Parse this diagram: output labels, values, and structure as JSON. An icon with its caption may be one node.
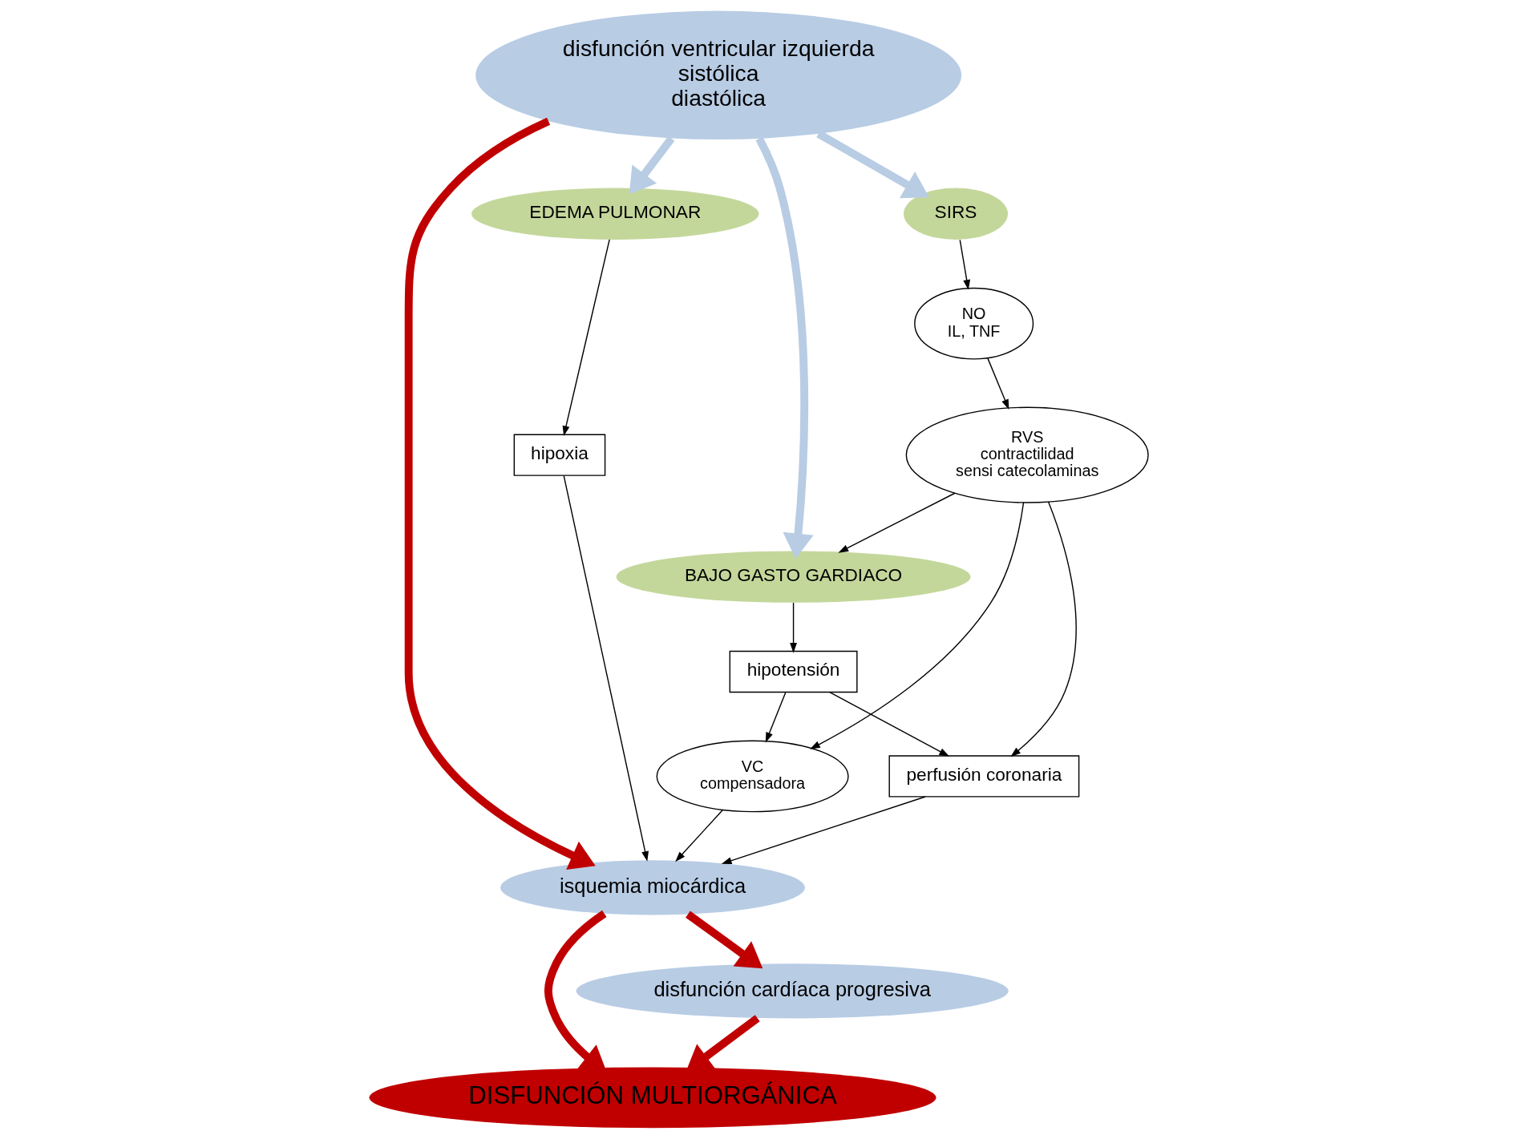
{
  "diagram": {
    "nodes": [
      {
        "text": [
          "disfunción ventricular izquierda",
          "sistólica",
          "diastólica"
        ]
      },
      {
        "text": [
          "SIRS"
        ]
      },
      {
        "text": [
          "BAJO GASTO GARDIACO"
        ]
      },
      {
        "text": [
          "EDEMA PULMONAR"
        ]
      },
      {
        "text": [
          "hipoxia"
        ]
      },
      {
        "text": [
          "isquemia miocárdica"
        ]
      },
      {
        "text": [
          "NO",
          "IL, TNF"
        ]
      },
      {
        "text": [
          "hipotensión"
        ]
      },
      {
        "text": [
          "perfusión coronaria"
        ]
      },
      {
        "text": [
          "VC",
          "compensadora"
        ]
      },
      {
        "text": [
          "disfunción cardíaca progresiva"
        ]
      },
      {
        "text": [
          "RVS",
          "contractilidad",
          "sensi catecolaminas"
        ]
      },
      {
        "text": [
          "DISFUNCIÓN MULTIORGÁNICA"
        ]
      }
    ],
    "edges": [
      {
        "from": 0,
        "to": 1,
        "arrow": "to",
        "style": "thick",
        "color": "#b8cce4"
      },
      {
        "from": 0,
        "to": 2,
        "arrow": "to",
        "style": "thick",
        "color": "#b8cce4"
      },
      {
        "from": 0,
        "to": 3,
        "arrow": "to",
        "style": "thick",
        "color": "#b8cce4"
      },
      {
        "from": 0,
        "to": 5,
        "arrow": "to",
        "style": "thick",
        "color": "#c00000"
      },
      {
        "from": 3,
        "to": 4,
        "arrow": "to"
      },
      {
        "from": 4,
        "to": 5,
        "arrow": "to"
      },
      {
        "from": 1,
        "to": 6,
        "arrow": "to"
      },
      {
        "from": 2,
        "to": 7,
        "arrow": "to"
      },
      {
        "from": 7,
        "to": 8,
        "arrow": "to"
      },
      {
        "from": 7,
        "to": 9,
        "arrow": "to"
      },
      {
        "from": 8,
        "to": 5,
        "arrow": "to"
      },
      {
        "from": 9,
        "to": 5,
        "arrow": "to"
      },
      {
        "from": 6,
        "to": 11,
        "arrow": "to"
      },
      {
        "from": 11,
        "to": 2,
        "arrow": "to"
      },
      {
        "from": 11,
        "to": 8,
        "arrow": "to"
      },
      {
        "from": 11,
        "to": 9,
        "arrow": "to"
      },
      {
        "from": 5,
        "to": 10,
        "arrow": "to",
        "style": "thick",
        "color": "#c00000"
      },
      {
        "from": 5,
        "to": 12,
        "arrow": "to",
        "style": "thick",
        "color": "#c00000"
      },
      {
        "from": 10,
        "to": 12,
        "arrow": "to",
        "style": "thick",
        "color": "#c00000"
      }
    ]
  }
}
